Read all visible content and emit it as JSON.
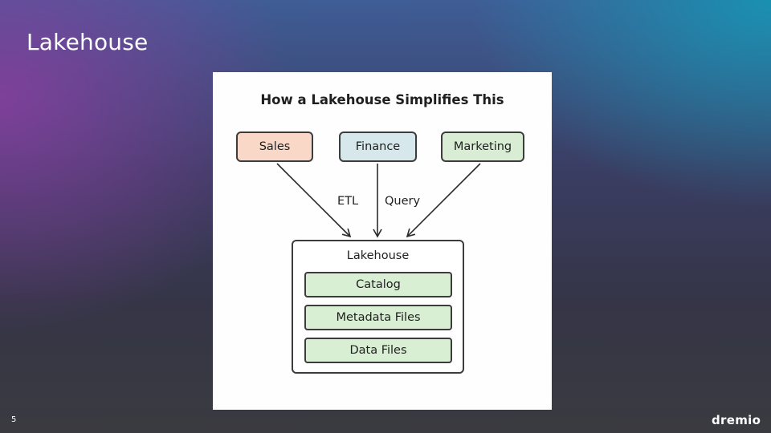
{
  "slide": {
    "title": "Lakehouse",
    "page_number": "5",
    "brand": "dremio"
  },
  "diagram": {
    "title": "How a Lakehouse Simplifies This",
    "sources": [
      {
        "label": "Sales",
        "color": "#fad8c8"
      },
      {
        "label": "Finance",
        "color": "#d6e8ec"
      },
      {
        "label": "Marketing",
        "color": "#d9ecd4"
      }
    ],
    "edge_labels": [
      "ETL",
      "Query"
    ],
    "lakehouse": {
      "label": "Lakehouse",
      "layers": [
        "Catalog",
        "Metadata Files",
        "Data Files"
      ],
      "layer_color": "#d9efd4"
    }
  }
}
